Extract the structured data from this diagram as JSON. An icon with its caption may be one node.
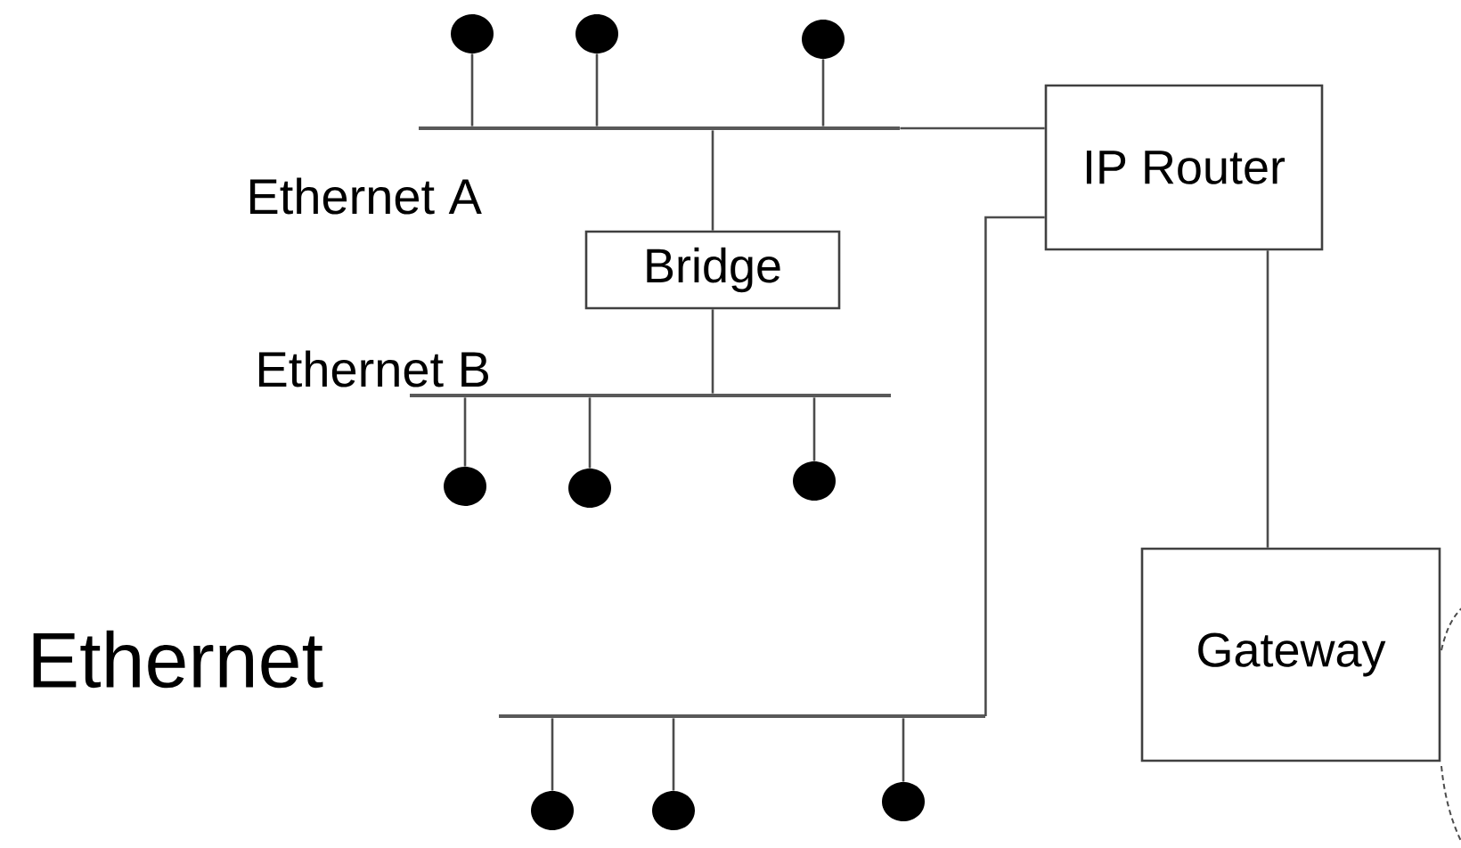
{
  "diagram": {
    "nodes": [
      {
        "text": [
          "IP Router"
        ]
      },
      {
        "text": [
          "Bridge"
        ]
      },
      {
        "text": [
          "Gateway"
        ]
      },
      {
        "text": [],
        "shape": "bar"
      },
      {
        "text": [],
        "shape": "bar"
      },
      {
        "text": [],
        "shape": "bar"
      },
      {
        "text": [],
        "shape": "circle"
      },
      {
        "text": [],
        "shape": "circle"
      },
      {
        "text": [],
        "shape": "circle"
      },
      {
        "text": [],
        "shape": "circle"
      },
      {
        "text": [],
        "shape": "circle"
      },
      {
        "text": [],
        "shape": "circle"
      },
      {
        "text": [],
        "shape": "circle"
      },
      {
        "text": [],
        "shape": "circle"
      },
      {
        "text": [],
        "shape": "circle"
      }
    ],
    "edges": [
      {
        "from": 6,
        "to": 3,
        "arrow": "none"
      },
      {
        "from": 7,
        "to": 3,
        "arrow": "none"
      },
      {
        "from": 8,
        "to": 3,
        "arrow": "none"
      },
      {
        "from": 3,
        "to": 1,
        "arrow": "none"
      },
      {
        "from": 1,
        "to": 4,
        "arrow": "none"
      },
      {
        "from": 4,
        "to": 9,
        "arrow": "none"
      },
      {
        "from": 4,
        "to": 10,
        "arrow": "none"
      },
      {
        "from": 4,
        "to": 11,
        "arrow": "none"
      },
      {
        "from": 3,
        "to": 0,
        "arrow": "none"
      },
      {
        "from": 0,
        "to": 5,
        "arrow": "none"
      },
      {
        "from": 5,
        "to": 12,
        "arrow": "none"
      },
      {
        "from": 5,
        "to": 13,
        "arrow": "none"
      },
      {
        "from": 5,
        "to": 14,
        "arrow": "none"
      },
      {
        "from": 0,
        "to": 2,
        "arrow": "none"
      }
    ],
    "labels": [
      "Ethernet A",
      "Ethernet B",
      "Ethernet"
    ]
  }
}
